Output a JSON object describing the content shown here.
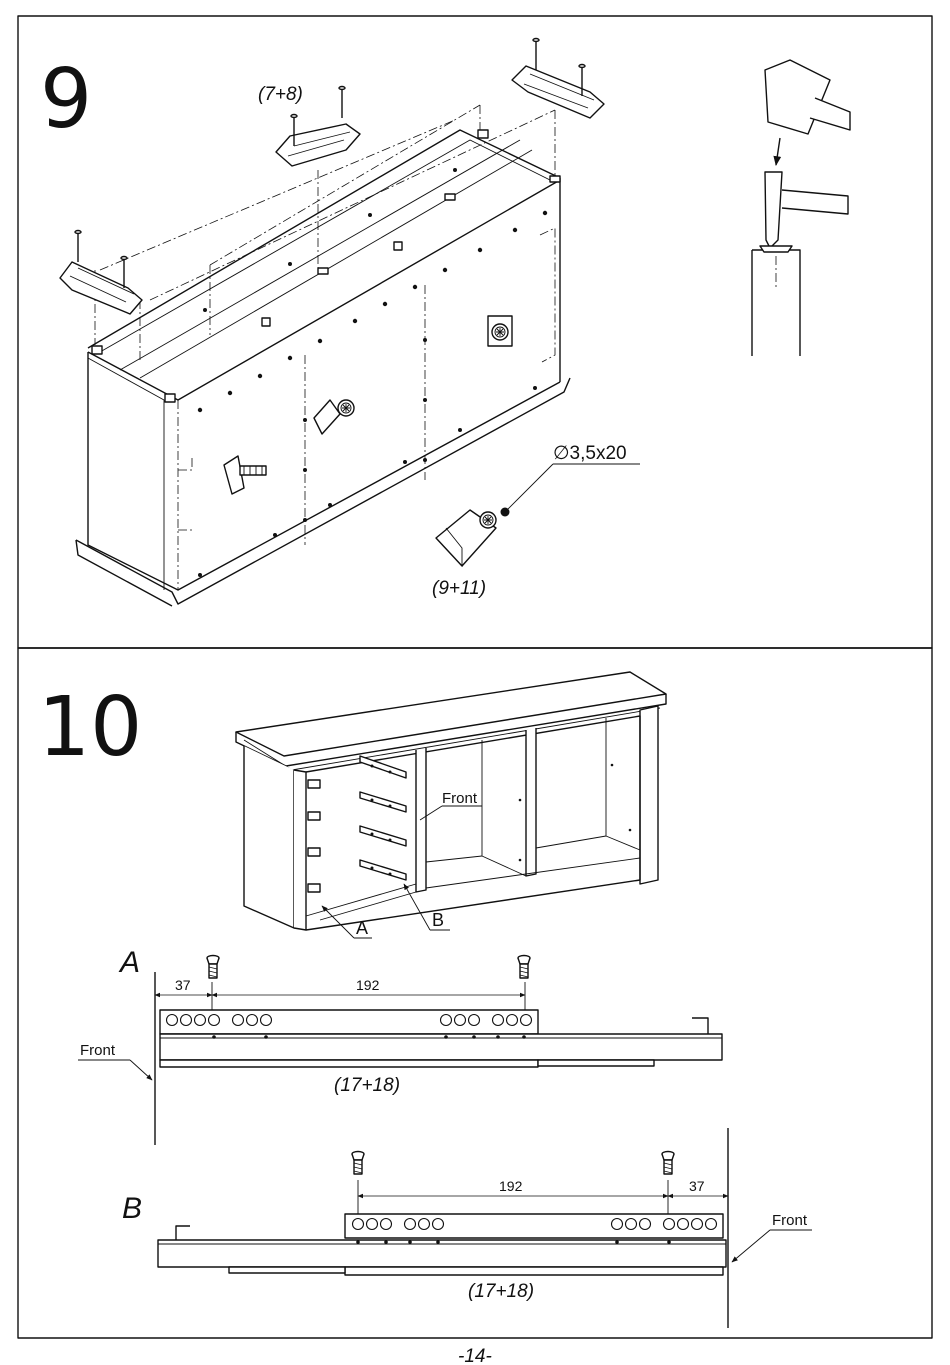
{
  "page_number": "-14-",
  "step9": {
    "number": "9",
    "feet_label": "(7+8)",
    "bracket_label": "(9+11)",
    "screw_spec": "∅3,5x20"
  },
  "step10": {
    "number": "10",
    "front_label": "Front",
    "callout_a": "A",
    "callout_b": "B",
    "detail_a": {
      "title": "A",
      "dim_edge": "37",
      "dim_spacing": "192",
      "front_label": "Front",
      "part_label": "(17+18)"
    },
    "detail_b": {
      "title": "B",
      "dim_spacing": "192",
      "dim_edge": "37",
      "front_label": "Front",
      "part_label": "(17+18)"
    }
  }
}
